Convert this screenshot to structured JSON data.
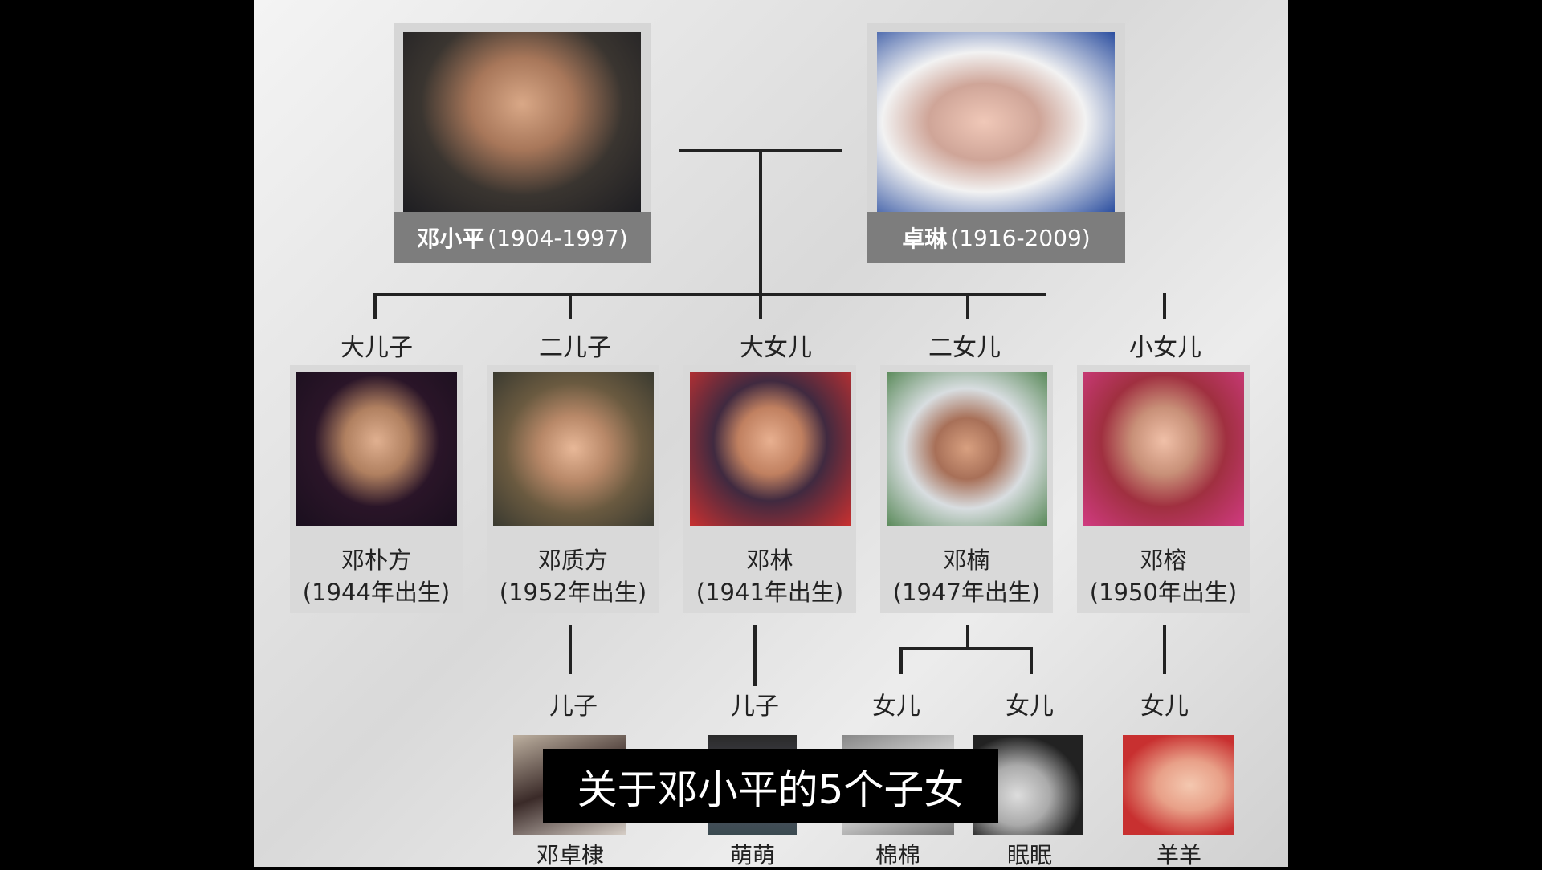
{
  "parents": [
    {
      "name": "邓小平",
      "years": "(1904-1997)"
    },
    {
      "name": "卓琳",
      "years": "(1916-2009)"
    }
  ],
  "children": [
    {
      "relation": "大儿子",
      "name": "邓朴方",
      "born": "(1944年出生)"
    },
    {
      "relation": "二儿子",
      "name": "邓质方",
      "born": "(1952年出生)"
    },
    {
      "relation": "大女儿",
      "name": "邓林",
      "born": "(1941年出生)"
    },
    {
      "relation": "二女儿",
      "name": "邓楠",
      "born": "(1947年出生)"
    },
    {
      "relation": "小女儿",
      "name": "邓榕",
      "born": "(1950年出生)"
    }
  ],
  "grandchildren": [
    {
      "relation": "儿子",
      "name": "邓卓棣"
    },
    {
      "relation": "儿子",
      "name": "萌萌"
    },
    {
      "relation": "女儿",
      "name": "棉棉"
    },
    {
      "relation": "女儿",
      "name": "眠眠"
    },
    {
      "relation": "女儿",
      "name": "羊羊"
    }
  ],
  "subtitle": "关于邓小平的5个子女"
}
